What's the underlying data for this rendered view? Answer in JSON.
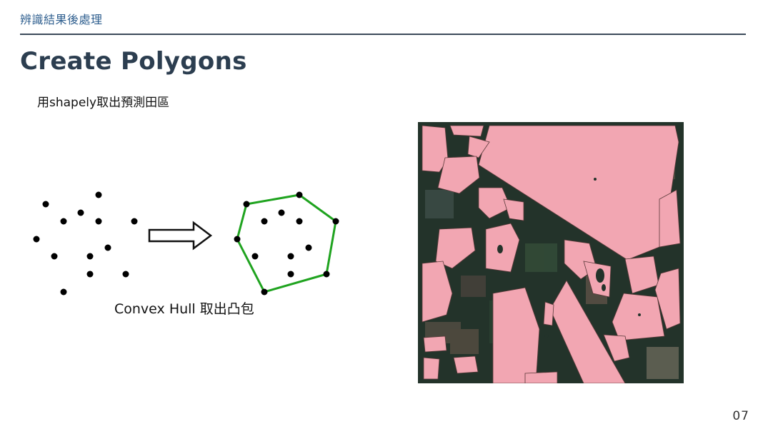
{
  "header": {
    "section_label": "辨識結果後處理"
  },
  "slide": {
    "title": "Create Polygons",
    "subtitle": "用shapely取出預測田區",
    "caption": "Convex Hull 取出凸包",
    "page_number": "07"
  },
  "colors": {
    "header_text": "#2f5f8f",
    "title_text": "#2c3e50",
    "hull_line": "#1fa31f",
    "field_fill": "#f2a6b2",
    "satellite_dark": "#23332a"
  },
  "icons": {
    "arrow": "right-outline-arrow-icon"
  }
}
